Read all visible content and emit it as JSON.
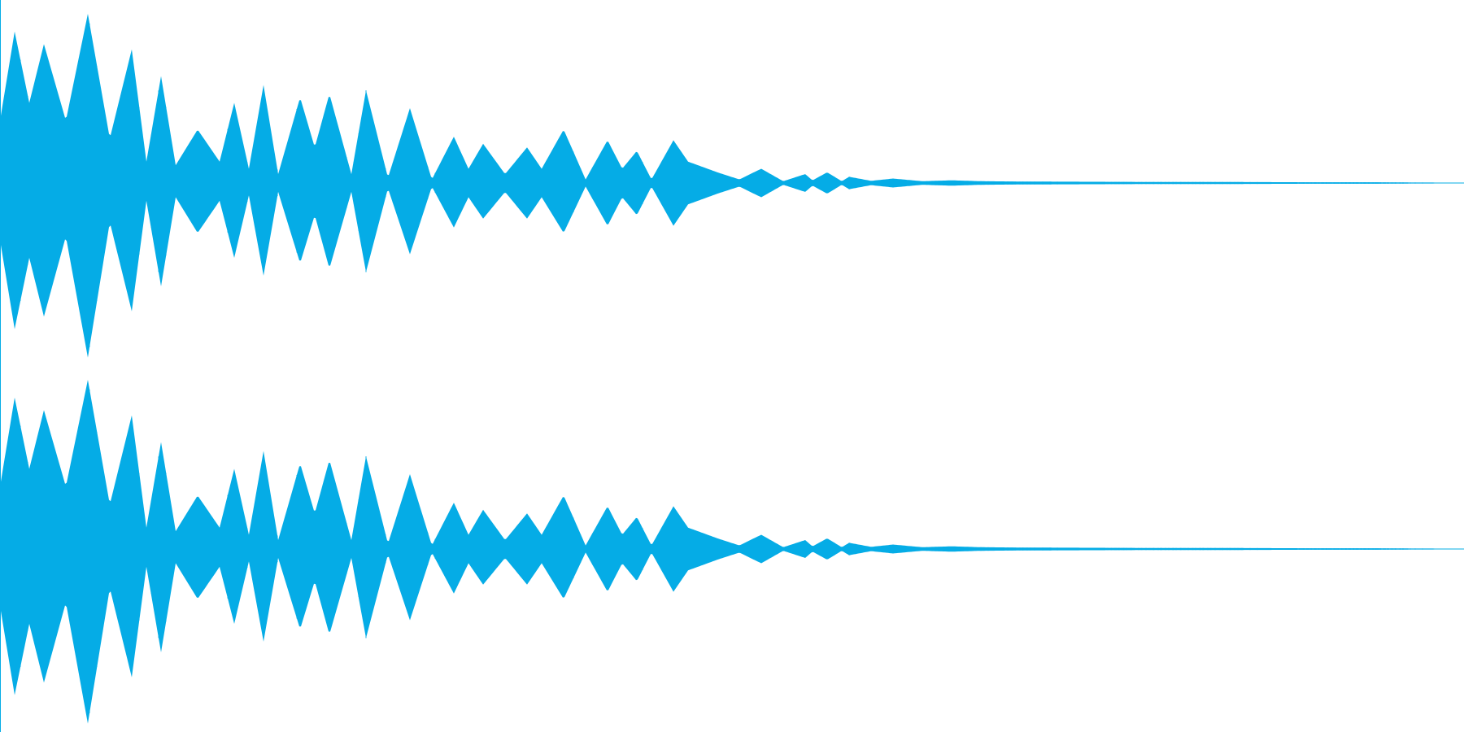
{
  "colors": {
    "waveform": "#05ACE6",
    "background": "#FFFFFF"
  },
  "chart_data": {
    "type": "area",
    "title": "",
    "xlabel": "",
    "ylabel": "",
    "grid": false,
    "legend": "none",
    "ylim": [
      -1,
      1
    ],
    "xlim": [
      0,
      1
    ],
    "channels": [
      {
        "envelope": {
          "x": [
            0,
            0.01,
            0.02,
            0.03,
            0.045,
            0.06,
            0.075,
            0.09,
            0.1,
            0.11,
            0.12,
            0.135,
            0.15,
            0.16,
            0.17,
            0.18,
            0.19,
            0.205,
            0.215,
            0.225,
            0.24,
            0.25,
            0.265,
            0.28,
            0.295,
            0.31,
            0.32,
            0.33,
            0.345,
            0.36,
            0.37,
            0.385,
            0.4,
            0.415,
            0.425,
            0.435,
            0.445,
            0.46,
            0.47,
            0.49,
            0.505,
            0.52,
            0.535,
            0.55,
            0.555,
            0.565,
            0.575,
            0.58,
            0.595,
            0.61,
            0.63,
            0.65,
            0.67,
            0.7,
            0.74,
            0.78,
            0.82,
            0.86,
            0.9,
            0.94,
            0.96,
            1.0
          ],
          "upper": [
            0.35,
            0.85,
            0.45,
            0.78,
            0.35,
            0.95,
            0.25,
            0.75,
            0.12,
            0.6,
            0.1,
            0.3,
            0.12,
            0.45,
            0.08,
            0.55,
            0.05,
            0.48,
            0.2,
            0.5,
            0.05,
            0.52,
            0.03,
            0.42,
            0.02,
            0.26,
            0.08,
            0.22,
            0.05,
            0.2,
            0.08,
            0.3,
            0.02,
            0.24,
            0.08,
            0.18,
            0.02,
            0.24,
            0.12,
            0.06,
            0.02,
            0.08,
            0.01,
            0.05,
            0.015,
            0.06,
            0.01,
            0.035,
            0.012,
            0.025,
            0.01,
            0.015,
            0.01,
            0.008,
            0.007,
            0.006,
            0.006,
            0.005,
            0.004,
            0.004,
            0.003,
            0.002
          ],
          "lower": [
            -0.32,
            -0.82,
            -0.42,
            -0.75,
            -0.3,
            -0.98,
            -0.22,
            -0.72,
            -0.1,
            -0.58,
            -0.08,
            -0.28,
            -0.1,
            -0.42,
            -0.07,
            -0.52,
            -0.05,
            -0.45,
            -0.18,
            -0.48,
            -0.05,
            -0.5,
            -0.03,
            -0.4,
            -0.02,
            -0.25,
            -0.08,
            -0.2,
            -0.05,
            -0.2,
            -0.08,
            -0.28,
            -0.02,
            -0.24,
            -0.08,
            -0.18,
            -0.02,
            -0.24,
            -0.12,
            -0.06,
            -0.02,
            -0.08,
            -0.01,
            -0.05,
            -0.015,
            -0.06,
            -0.01,
            -0.035,
            -0.012,
            -0.025,
            -0.01,
            -0.015,
            -0.01,
            -0.008,
            -0.007,
            -0.006,
            -0.006,
            -0.005,
            -0.004,
            -0.004,
            -0.003,
            -0.002
          ]
        }
      },
      {
        "envelope": {
          "x": [
            0,
            0.01,
            0.02,
            0.03,
            0.045,
            0.06,
            0.075,
            0.09,
            0.1,
            0.11,
            0.12,
            0.135,
            0.15,
            0.16,
            0.17,
            0.18,
            0.19,
            0.205,
            0.215,
            0.225,
            0.24,
            0.25,
            0.265,
            0.28,
            0.295,
            0.31,
            0.32,
            0.33,
            0.345,
            0.36,
            0.37,
            0.385,
            0.4,
            0.415,
            0.425,
            0.435,
            0.445,
            0.46,
            0.47,
            0.49,
            0.505,
            0.52,
            0.535,
            0.55,
            0.555,
            0.565,
            0.575,
            0.58,
            0.595,
            0.61,
            0.63,
            0.65,
            0.67,
            0.7,
            0.74,
            0.78,
            0.82,
            0.86,
            0.9,
            0.94,
            0.96,
            1.0
          ],
          "upper": [
            0.35,
            0.85,
            0.45,
            0.78,
            0.35,
            0.95,
            0.25,
            0.75,
            0.12,
            0.6,
            0.1,
            0.3,
            0.12,
            0.45,
            0.08,
            0.55,
            0.05,
            0.48,
            0.2,
            0.5,
            0.05,
            0.52,
            0.03,
            0.42,
            0.02,
            0.26,
            0.08,
            0.22,
            0.05,
            0.2,
            0.08,
            0.3,
            0.02,
            0.24,
            0.08,
            0.18,
            0.02,
            0.24,
            0.12,
            0.06,
            0.02,
            0.08,
            0.01,
            0.05,
            0.015,
            0.06,
            0.01,
            0.035,
            0.012,
            0.025,
            0.01,
            0.015,
            0.01,
            0.008,
            0.007,
            0.006,
            0.006,
            0.005,
            0.004,
            0.004,
            0.003,
            0.002
          ],
          "lower": [
            -0.32,
            -0.82,
            -0.42,
            -0.75,
            -0.3,
            -0.98,
            -0.22,
            -0.72,
            -0.1,
            -0.58,
            -0.08,
            -0.28,
            -0.1,
            -0.42,
            -0.07,
            -0.52,
            -0.05,
            -0.45,
            -0.18,
            -0.48,
            -0.05,
            -0.5,
            -0.03,
            -0.4,
            -0.02,
            -0.25,
            -0.08,
            -0.2,
            -0.05,
            -0.2,
            -0.08,
            -0.28,
            -0.02,
            -0.24,
            -0.08,
            -0.18,
            -0.02,
            -0.24,
            -0.12,
            -0.06,
            -0.02,
            -0.08,
            -0.01,
            -0.05,
            -0.015,
            -0.06,
            -0.01,
            -0.035,
            -0.012,
            -0.025,
            -0.01,
            -0.015,
            -0.01,
            -0.008,
            -0.007,
            -0.006,
            -0.006,
            -0.005,
            -0.004,
            -0.004,
            -0.003,
            -0.002
          ]
        }
      }
    ]
  }
}
